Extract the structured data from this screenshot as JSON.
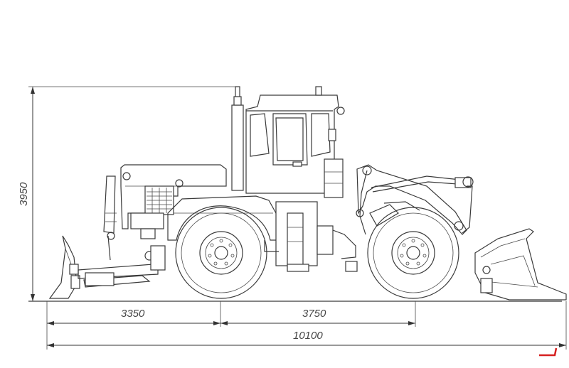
{
  "dimensions": {
    "height": "3950",
    "front_overhang": "3350",
    "wheelbase": "3750",
    "overall_length": "10100"
  },
  "colors": {
    "line": "#3a3a3a",
    "corner_mark": "#d62020"
  }
}
